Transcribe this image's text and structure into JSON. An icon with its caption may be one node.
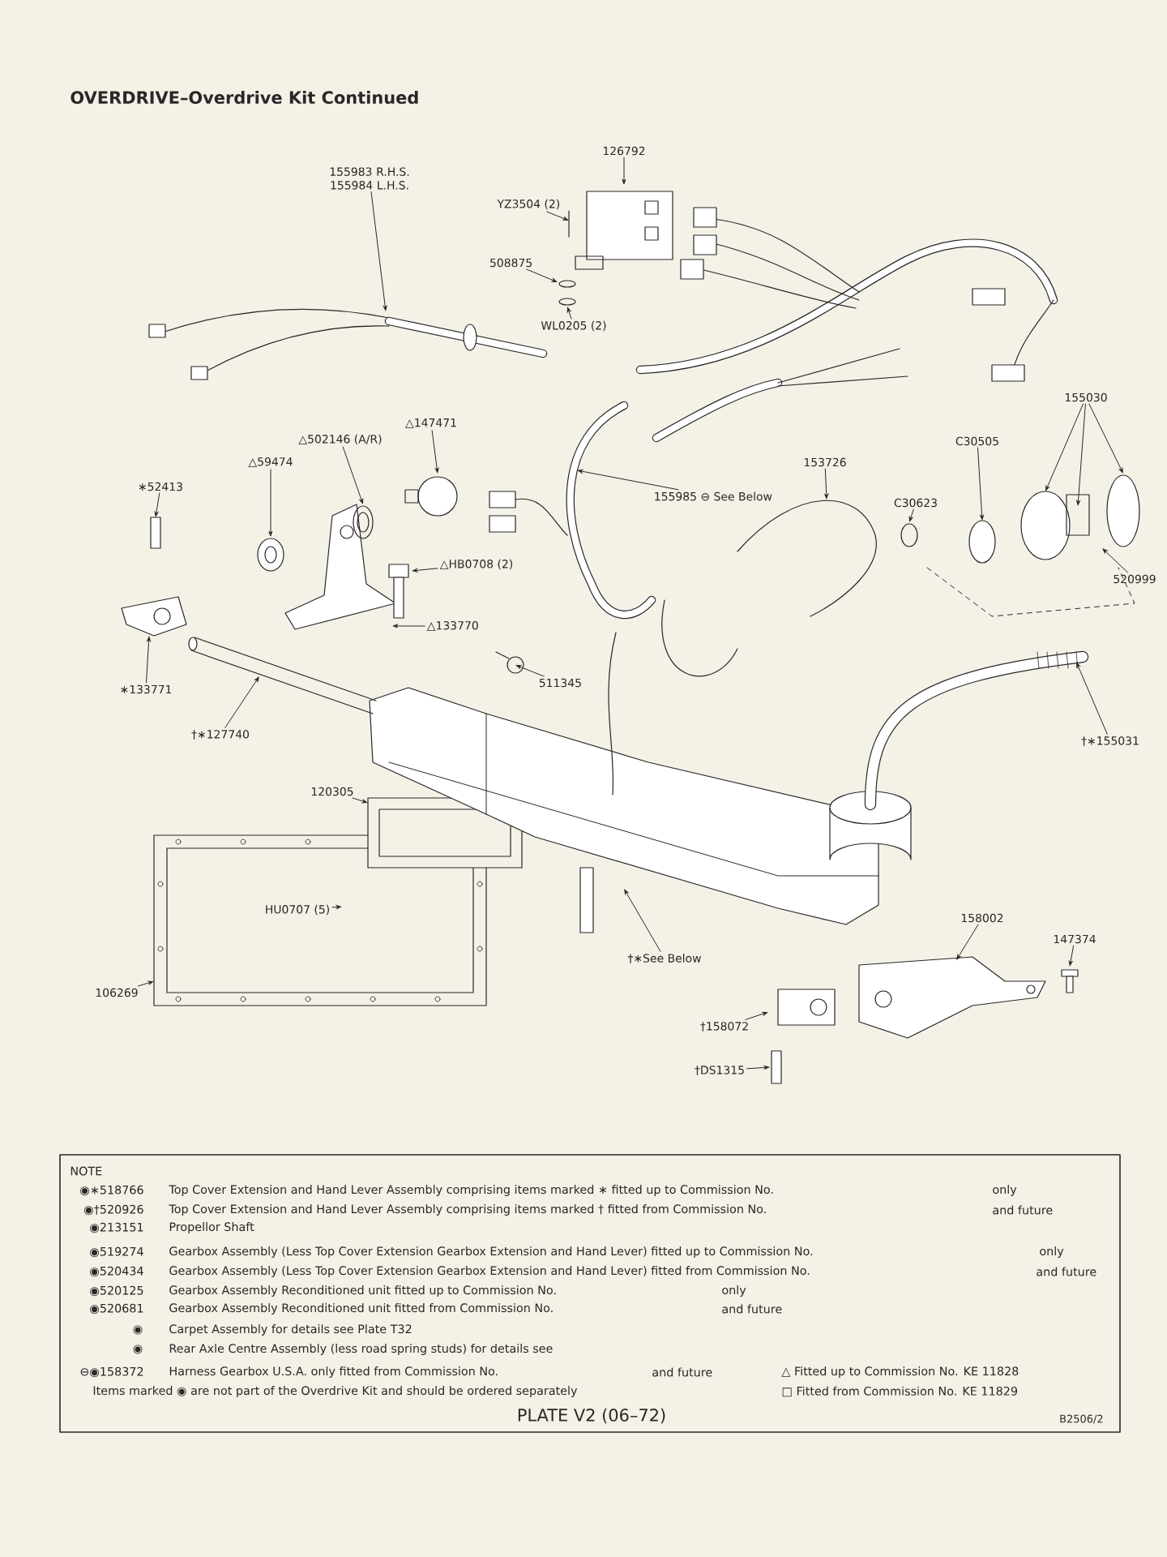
{
  "diagram": {
    "title": "OVERDRIVE–Overdrive Kit Continued",
    "nodes": [
      {
        "text": [
          "155983 R.H.S. 155984 L.H.S."
        ]
      },
      {
        "text": [
          "126792"
        ]
      },
      {
        "text": [
          "YZ3504 (2)"
        ]
      },
      {
        "text": [
          "508875"
        ]
      },
      {
        "text": [
          "WL0205 (2)"
        ]
      },
      {
        "text": [
          "155030"
        ]
      },
      {
        "text": [
          "C30505"
        ]
      },
      {
        "text": [
          "C30623"
        ]
      },
      {
        "text": [
          "153726"
        ]
      },
      {
        "text": [
          "155985 ⊖ See Below"
        ]
      },
      {
        "text": [
          "520999"
        ]
      },
      {
        "text": [
          "△147471"
        ]
      },
      {
        "text": [
          "△502146 (A/R)"
        ]
      },
      {
        "text": [
          "△59474"
        ]
      },
      {
        "text": [
          "∗52413"
        ]
      },
      {
        "text": [
          "△HB0708 (2)"
        ]
      },
      {
        "text": [
          "△133770"
        ]
      },
      {
        "text": [
          "511345"
        ]
      },
      {
        "text": [
          "∗133771"
        ]
      },
      {
        "text": [
          "†∗127740"
        ]
      },
      {
        "text": [
          "†∗155031"
        ]
      },
      {
        "text": [
          "120305"
        ]
      },
      {
        "text": [
          "HU0707 (5)"
        ]
      },
      {
        "text": [
          "†∗See Below"
        ]
      },
      {
        "text": [
          "158002"
        ]
      },
      {
        "text": [
          "147374"
        ]
      },
      {
        "text": [
          "106269"
        ]
      },
      {
        "text": [
          "†158072"
        ]
      },
      {
        "text": [
          "†DS1315"
        ]
      }
    ],
    "edges": [
      {
        "from": 0,
        "to": null,
        "arrow": "to"
      },
      {
        "from": 1,
        "to": null,
        "arrow": "to"
      },
      {
        "from": 2,
        "to": null,
        "arrow": "to"
      },
      {
        "from": 3,
        "to": null,
        "arrow": "to"
      },
      {
        "from": 4,
        "to": null,
        "arrow": "to"
      },
      {
        "from": 5,
        "to": null,
        "arrow": "to"
      },
      {
        "from": 5,
        "to": null,
        "arrow": "to"
      },
      {
        "from": 5,
        "to": null,
        "arrow": "to"
      },
      {
        "from": 6,
        "to": null,
        "arrow": "to"
      },
      {
        "from": 7,
        "to": null,
        "arrow": "to"
      },
      {
        "from": 8,
        "to": null,
        "arrow": "to"
      },
      {
        "from": 9,
        "to": null,
        "arrow": "to"
      },
      {
        "from": 10,
        "to": null,
        "arrow": "to"
      },
      {
        "from": 11,
        "to": null,
        "arrow": "to"
      },
      {
        "from": 12,
        "to": null,
        "arrow": "to"
      },
      {
        "from": 13,
        "to": null,
        "arrow": "to"
      },
      {
        "from": 14,
        "to": null,
        "arrow": "to"
      },
      {
        "from": 15,
        "to": null,
        "arrow": "to"
      },
      {
        "from": 16,
        "to": null,
        "arrow": "to"
      },
      {
        "from": 17,
        "to": null,
        "arrow": "to"
      },
      {
        "from": 18,
        "to": null,
        "arrow": "to"
      },
      {
        "from": 19,
        "to": null,
        "arrow": "to"
      },
      {
        "from": 20,
        "to": null,
        "arrow": "to"
      },
      {
        "from": 21,
        "to": null,
        "arrow": "to"
      },
      {
        "from": 22,
        "to": null,
        "arrow": "to"
      },
      {
        "from": 23,
        "to": null,
        "arrow": "to"
      },
      {
        "from": 24,
        "to": null,
        "arrow": "to"
      },
      {
        "from": 25,
        "to": null,
        "arrow": "to"
      },
      {
        "from": 26,
        "to": null,
        "arrow": "to"
      },
      {
        "from": 27,
        "to": null,
        "arrow": "to"
      },
      {
        "from": 28,
        "to": null,
        "arrow": "to"
      }
    ],
    "labels": [
      "NOTE",
      "◉∗518766",
      "Top Cover Extension and Hand Lever Assembly comprising items marked ∗ fitted up to Commission No.",
      "only",
      "◉†520926",
      "Top Cover Extension and Hand Lever Assembly comprising items marked † fitted from Commission No.",
      "and future",
      "◉213151",
      "Propellor Shaft",
      "◉519274",
      "Gearbox Assembly (Less Top Cover Extension Gearbox Extension and Hand Lever) fitted up to Commission No.",
      "only",
      "◉520434",
      "Gearbox Assembly (Less Top Cover Extension Gearbox Extension and Hand Lever) fitted from Commission No.",
      "and future",
      "◉520125",
      "Gearbox Assembly Reconditioned unit fitted up to Commission No.",
      "only",
      "◉520681",
      "Gearbox Assembly Reconditioned unit fitted from Commission No.",
      "and future",
      "◉",
      "Carpet Assembly for details see Plate T32",
      "◉",
      "Rear Axle Centre Assembly (less road spring studs) for details see",
      "⊖◉158372",
      "Harness Gearbox U.S.A. only fitted from Commission No.",
      "and future",
      "△ Fitted up to Commission No. KE 11828",
      "Items marked ◉ are not part of the Overdrive Kit and should be ordered separately",
      "□ Fitted from Commission No. KE 11829",
      "PLATE V2 (06–72)",
      "B2506/2"
    ]
  }
}
